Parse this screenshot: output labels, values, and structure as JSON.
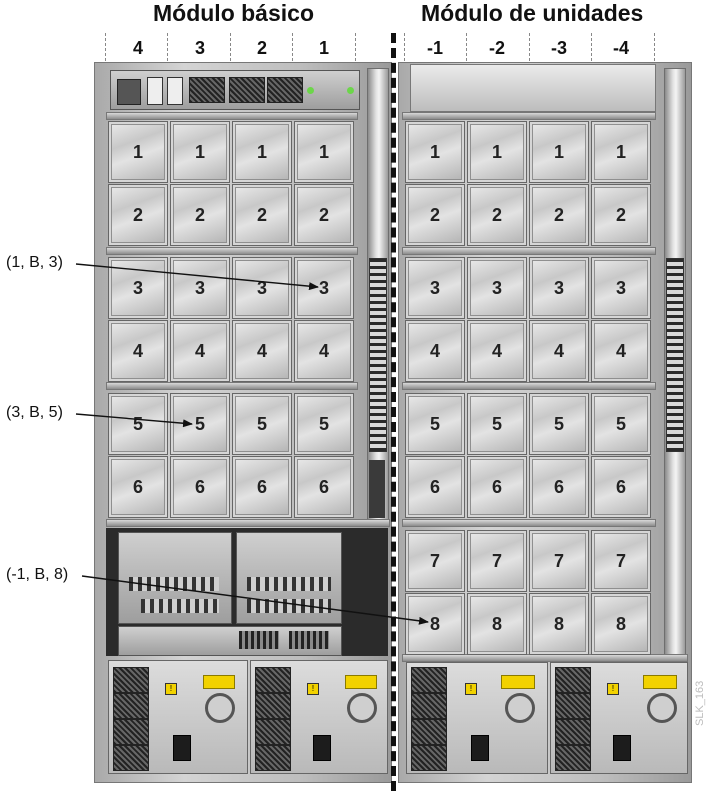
{
  "titles": {
    "base_module": "Módulo básico",
    "drive_module": "Módulo de unidades"
  },
  "columns": {
    "base": [
      "4",
      "3",
      "2",
      "1"
    ],
    "drive": [
      "-1",
      "-2",
      "-3",
      "-4"
    ]
  },
  "slot_rows": {
    "base": [
      "1",
      "2",
      "3",
      "4",
      "5",
      "6"
    ],
    "drive": [
      "1",
      "2",
      "3",
      "4",
      "5",
      "6",
      "7",
      "8"
    ]
  },
  "callouts": [
    {
      "label": "(1, B, 3)"
    },
    {
      "label": "(3, B, 5)"
    },
    {
      "label": "(-1, B, 8)"
    }
  ],
  "watermark": "SLK_163",
  "colors": {
    "warning_yellow": "#f2d200",
    "divider": "#111111",
    "arrow": "#111111"
  }
}
